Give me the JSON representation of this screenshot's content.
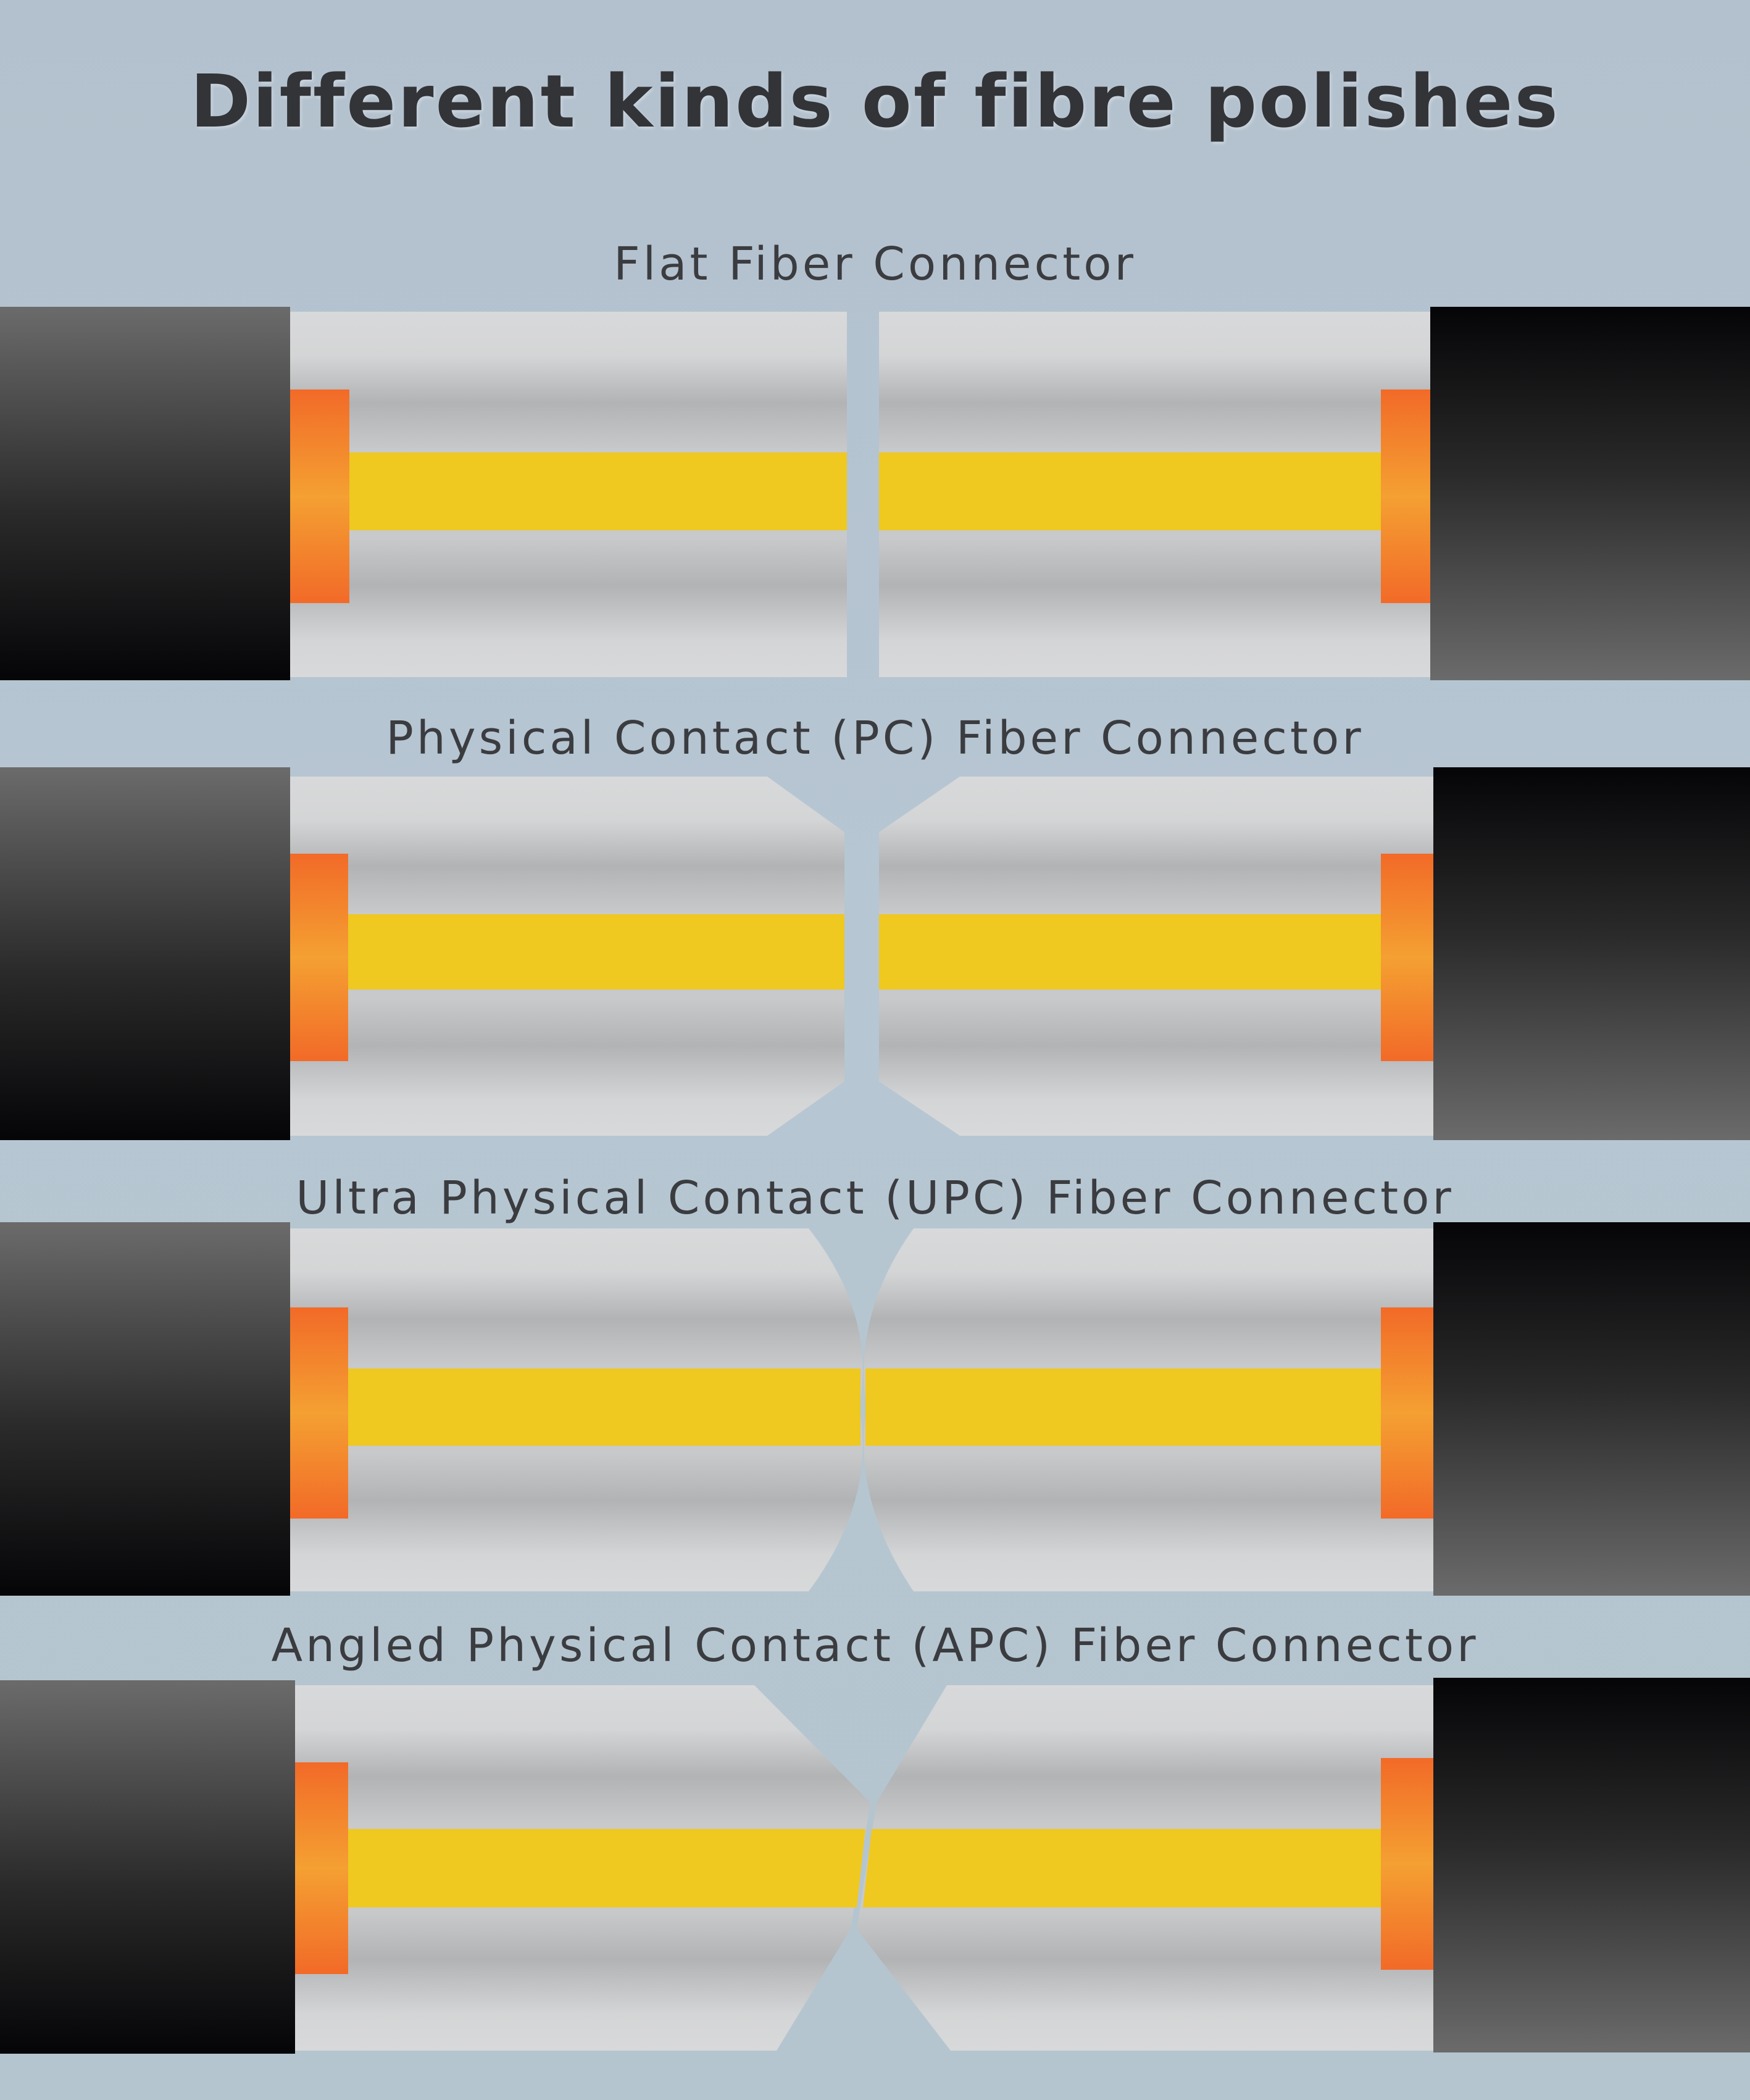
{
  "title": "Different kinds of fibre polishes",
  "connectors": [
    {
      "label": "Flat Fiber Connector",
      "polish": "flat"
    },
    {
      "label": "Physical Contact (PC) Fiber Connector",
      "polish": "pc"
    },
    {
      "label": "Ultra Physical Contact (UPC) Fiber Connector",
      "polish": "upc"
    },
    {
      "label": "Angled Physical Contact (APC) Fiber Connector",
      "polish": "apc"
    }
  ],
  "colors": {
    "jacket_dark": "#050507",
    "jacket_light": "#6b6b6b",
    "ferrule_light": "#d6d7d8",
    "ferrule_mid": "#b4b5b7",
    "fiber_core": "#efc820",
    "boot_orange": "#f27028",
    "boot_highlight": "#f49a32",
    "title_text": "#333438"
  }
}
